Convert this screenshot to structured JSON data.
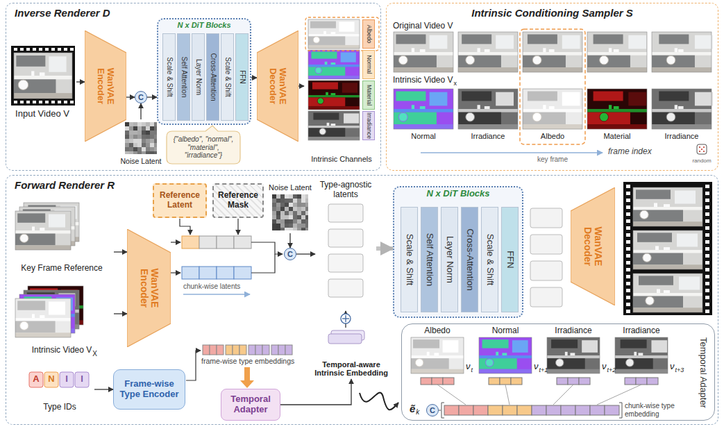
{
  "diagram": {
    "nodes": [
      {
        "text": [
          "Inverse Renderer D"
        ]
      },
      {
        "text": [
          "Input Video V"
        ],
        "in": 0
      },
      {
        "text": [
          "WanVAE Encoder"
        ],
        "in": 0
      },
      {
        "text": [
          "C"
        ],
        "in": 0
      },
      {
        "text": [
          "Noise Latent"
        ],
        "in": 0
      },
      {
        "text": [
          "N x DiT Blocks"
        ],
        "in": 0
      },
      {
        "text": [
          "Scale & Shift"
        ],
        "in": 5
      },
      {
        "text": [
          "Self Attention"
        ],
        "in": 5
      },
      {
        "text": [
          "Layer Norm"
        ],
        "in": 5
      },
      {
        "text": [
          "Cross-Attention"
        ],
        "in": 5
      },
      {
        "text": [
          "Scale & Shift"
        ],
        "in": 5
      },
      {
        "text": [
          "FFN"
        ],
        "in": 5
      },
      {
        "text": [
          "WanVAE Decoder"
        ],
        "in": 0
      },
      {
        "text": [
          "Intrinsic Channels"
        ],
        "in": 0
      },
      {
        "text": [
          "Albedo"
        ],
        "in": 13
      },
      {
        "text": [
          "Normal"
        ],
        "in": 13
      },
      {
        "text": [
          "Material"
        ],
        "in": 13
      },
      {
        "text": [
          "Irradiance"
        ],
        "in": 13
      },
      {
        "text": [
          "Intrinsic Conditioning Sampler S"
        ]
      },
      {
        "text": [
          "Forward Renderer R"
        ]
      },
      {
        "text": [
          "Key Frame Reference"
        ],
        "in": 19
      },
      {
        "text": [
          "Intrinsic Video V"
        ],
        "in": 19
      },
      {
        "text": [
          "WanVAE Encoder"
        ],
        "in": 19
      },
      {
        "text": [
          "Reference Latent"
        ],
        "in": 19
      },
      {
        "text": [
          "Reference Mask"
        ],
        "in": 19
      },
      {
        "text": [
          "Noise Latent"
        ],
        "in": 19
      },
      {
        "text": [
          "C"
        ],
        "in": 19
      },
      {
        "text": [
          "Type-agnostic latents"
        ],
        "in": 19
      },
      {
        "text": [
          "Temporal-aware Intrinsic Embedding"
        ],
        "in": 19
      },
      {
        "text": [
          "N x DiT Blocks"
        ],
        "in": 19
      },
      {
        "text": [
          "Scale & Shift"
        ],
        "in": 29
      },
      {
        "text": [
          "Self Attention"
        ],
        "in": 29
      },
      {
        "text": [
          "Layer Norm"
        ],
        "in": 29
      },
      {
        "text": [
          "Cross-Attention"
        ],
        "in": 29
      },
      {
        "text": [
          "Scale & Shift"
        ],
        "in": 29
      },
      {
        "text": [
          "FFN"
        ],
        "in": 29
      },
      {
        "text": [
          "WanVAE Decoder"
        ],
        "in": 19
      },
      {
        "text": [
          "Type IDs"
        ],
        "in": 19
      },
      {
        "text": [
          "Frame-wise Type Encoder"
        ],
        "in": 19
      },
      {
        "text": [
          "Temporal Adapter"
        ],
        "in": 19
      },
      {
        "text": [
          "Temporal Adapter"
        ],
        "in": 19
      },
      {
        "text": [
          "C"
        ],
        "in": 40
      }
    ],
    "edges": [
      {
        "from": 1,
        "to": 2,
        "arrow": "to"
      },
      {
        "from": 2,
        "to": 3,
        "arrow": "to"
      },
      {
        "from": 4,
        "to": 3,
        "arrow": "to"
      },
      {
        "from": 3,
        "to": 5,
        "arrow": "to"
      },
      {
        "from": 5,
        "to": 12,
        "arrow": "to"
      },
      {
        "from": 12,
        "to": 13,
        "arrow": "to"
      },
      {
        "from": 20,
        "to": 22,
        "arrow": "to"
      },
      {
        "from": 21,
        "to": 22,
        "arrow": "to"
      },
      {
        "from": 25,
        "to": 26,
        "arrow": "to"
      },
      {
        "from": 26,
        "to": 27,
        "arrow": "to"
      },
      {
        "from": 27,
        "to": 29,
        "arrow": "to"
      },
      {
        "from": 28,
        "to": 27,
        "arrow": "to"
      },
      {
        "from": 37,
        "to": 38,
        "arrow": "to"
      },
      {
        "from": 39,
        "to": 28,
        "arrow": "to"
      }
    ],
    "labels": [
      "{\"albedo\", \"normal\", \"material\", \"irradiance\"}",
      "Original Video V",
      "Intrinsic Video V",
      "x",
      "Normal",
      "Irradiance",
      "Albedo",
      "Material",
      "Irradiance",
      "key frame",
      "frame index",
      "random",
      "X",
      "chunk-wise latents",
      "A",
      "N",
      "I",
      "I",
      "frame-wise type embeddings",
      "Albedo",
      "Normal",
      "Irradiance",
      "Irradiance",
      "ν",
      "t",
      "ν",
      "t+1",
      "ν",
      "t+2",
      "ν",
      "t+3",
      "ẽ",
      "k",
      "chunk-wise type embedding"
    ]
  }
}
